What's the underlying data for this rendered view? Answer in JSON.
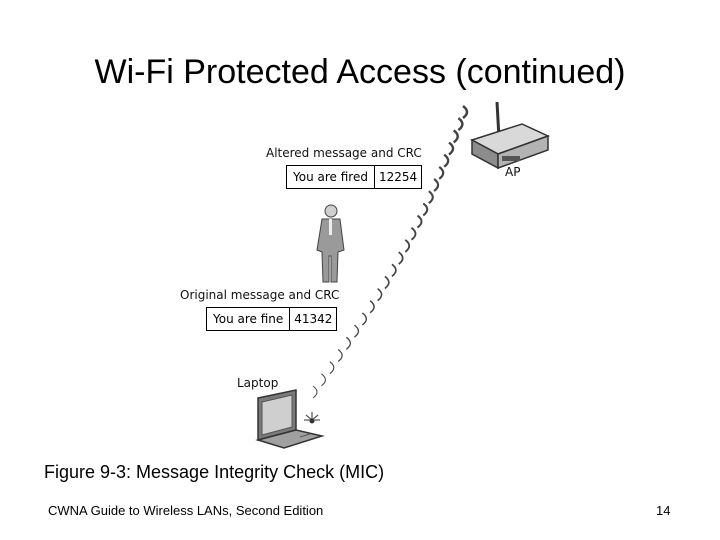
{
  "slide": {
    "title": "Wi-Fi Protected Access (continued)",
    "caption": "Figure 9-3: Message Integrity Check (MIC)",
    "footer_left": "CWNA Guide to Wireless LANs, Second Edition",
    "page_number": "14"
  },
  "figure": {
    "altered": {
      "heading": "Altered message and CRC",
      "message": "You are fired",
      "crc": "12254"
    },
    "original": {
      "heading": "Original message and CRC",
      "message": "You are fine",
      "crc": "41342"
    },
    "ap_label": "AP",
    "laptop_label": "Laptop",
    "icons": [
      "access-point-icon",
      "person-icon",
      "laptop-icon",
      "signal-wave-icon"
    ]
  }
}
